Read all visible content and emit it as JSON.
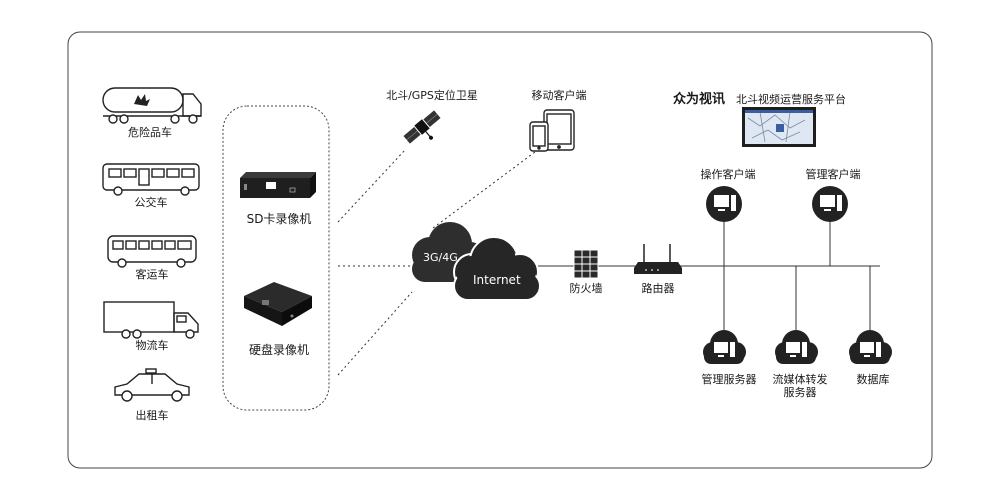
{
  "vehicles": [
    {
      "label": "危险品车",
      "icon": "hazmat-truck-icon"
    },
    {
      "label": "公交车",
      "icon": "bus-icon"
    },
    {
      "label": "客运车",
      "icon": "coach-icon"
    },
    {
      "label": "物流车",
      "icon": "box-truck-icon"
    },
    {
      "label": "出租车",
      "icon": "taxi-icon"
    }
  ],
  "recorders": [
    {
      "label": "SD卡录像机",
      "icon": "sd-recorder-icon"
    },
    {
      "label": "硬盘录像机",
      "icon": "hdd-recorder-icon"
    }
  ],
  "satellite": {
    "label": "北斗/GPS定位卫星",
    "icon": "satellite-icon"
  },
  "mobile": {
    "label": "移动客户端",
    "icon": "phone-tablet-icon"
  },
  "platform": {
    "brand": "众为视讯",
    "label": "北斗视频运营服务平台",
    "icon": "map-screen-icon"
  },
  "network": {
    "cloud_small": "3G/4G",
    "cloud_large": "Internet",
    "firewall": "防火墙",
    "router": "路由器"
  },
  "clients": [
    {
      "label": "操作客户端",
      "icon": "computer-icon"
    },
    {
      "label": "管理客户端",
      "icon": "computer-icon"
    }
  ],
  "servers": [
    {
      "label": "管理服务器",
      "icon": "cloud-computer-icon"
    },
    {
      "label": "流媒体转发",
      "label2": "服务器",
      "icon": "cloud-computer-icon"
    },
    {
      "label": "数据库",
      "icon": "cloud-computer-icon"
    }
  ],
  "colors": {
    "dark": "#262626",
    "line": "#333333",
    "frame": "#444444"
  }
}
